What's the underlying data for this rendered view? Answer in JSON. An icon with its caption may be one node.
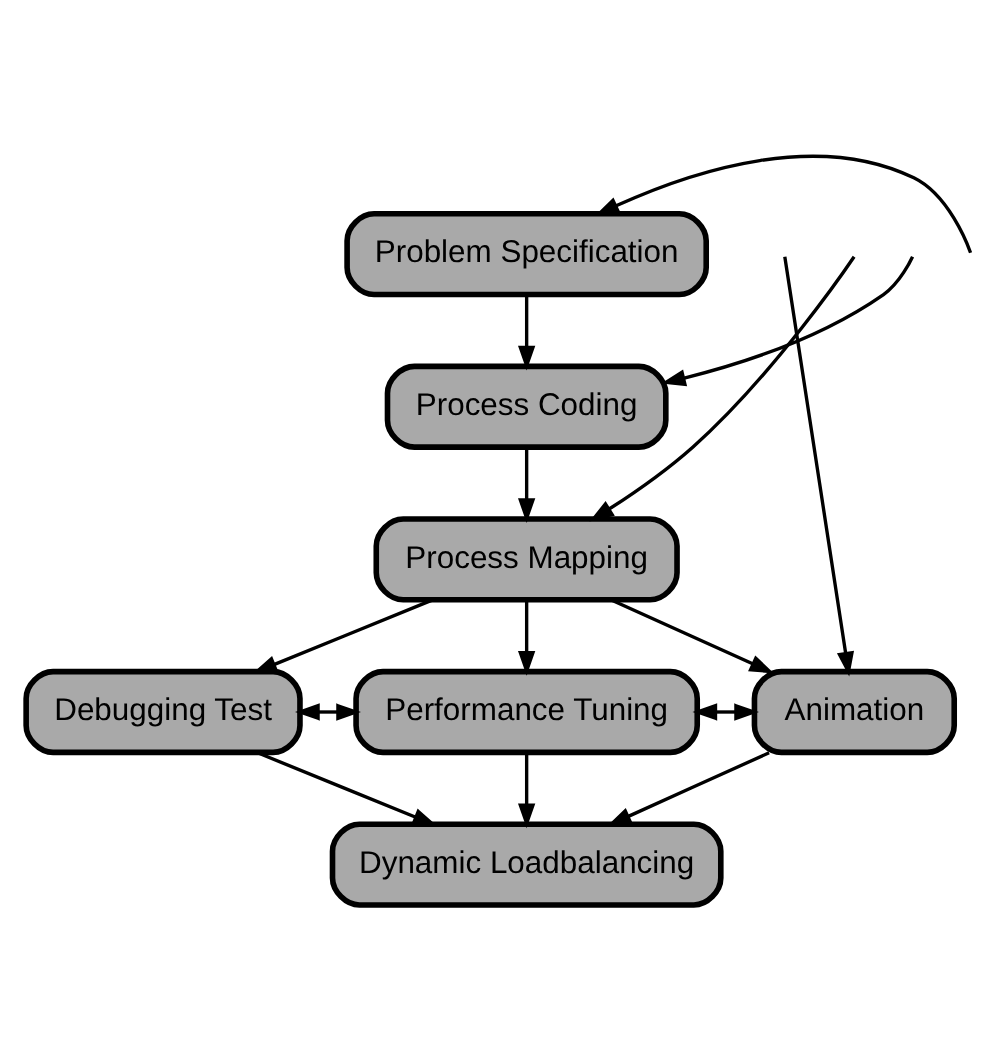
{
  "diagram": {
    "nodes": [
      {
        "text": [
          "Problem Specification"
        ]
      },
      {
        "text": [
          "Process Coding"
        ]
      },
      {
        "text": [
          "Process Mapping"
        ]
      },
      {
        "text": [
          "Debugging Test"
        ]
      },
      {
        "text": [
          "Performance Tuning"
        ]
      },
      {
        "text": [
          "Animation"
        ]
      },
      {
        "text": [
          "Dynamic Loadbalancing"
        ]
      }
    ],
    "edges": [
      {
        "from": 0,
        "to": 1,
        "arrow": "to"
      },
      {
        "from": 1,
        "to": 2,
        "arrow": "to"
      },
      {
        "from": 2,
        "to": 3,
        "arrow": "to"
      },
      {
        "from": 2,
        "to": 4,
        "arrow": "to"
      },
      {
        "from": 2,
        "to": 5,
        "arrow": "to"
      },
      {
        "from": 3,
        "to": 4,
        "arrow": "both"
      },
      {
        "from": 4,
        "to": 5,
        "arrow": "both"
      },
      {
        "from": 3,
        "to": 6,
        "arrow": "to"
      },
      {
        "from": 4,
        "to": 6,
        "arrow": "to"
      },
      {
        "from": 5,
        "to": 6,
        "arrow": "to"
      },
      {
        "from": null,
        "to": 0,
        "arrow": "to"
      },
      {
        "from": null,
        "to": 1,
        "arrow": "to"
      },
      {
        "from": null,
        "to": 2,
        "arrow": "to"
      },
      {
        "from": null,
        "to": 5,
        "arrow": "to"
      }
    ]
  }
}
